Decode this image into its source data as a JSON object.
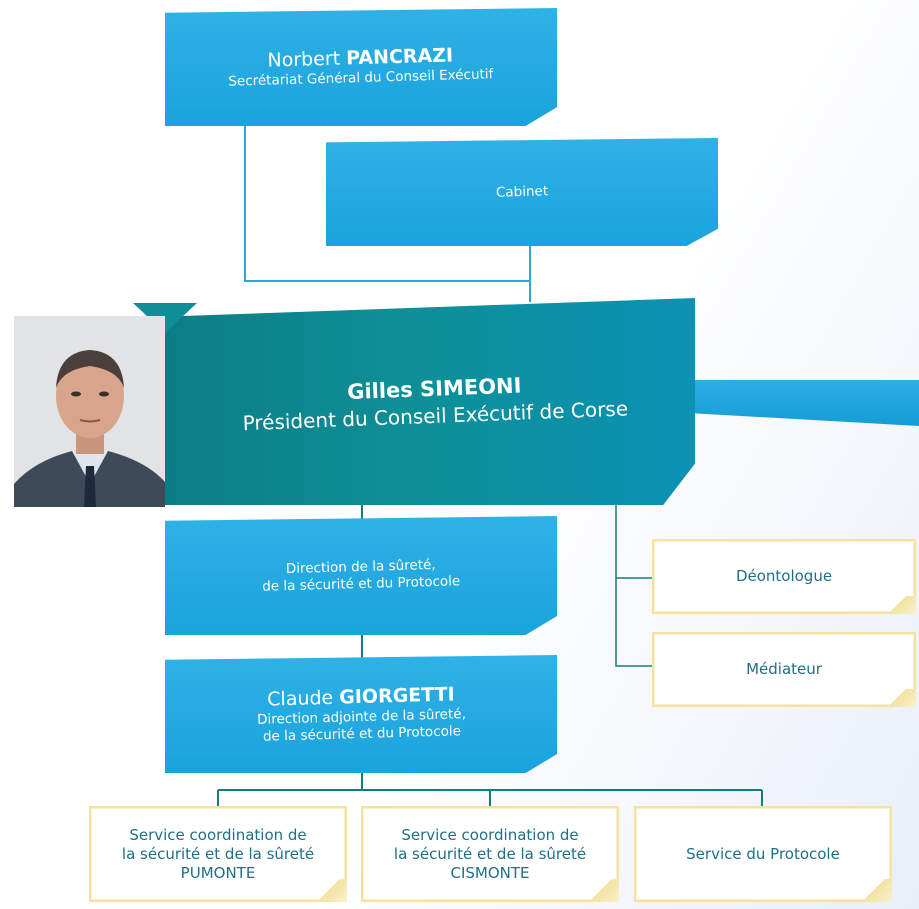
{
  "nodes": {
    "sg": {
      "first": "Norbert",
      "last": "PANCRAZI",
      "title": "Secrétariat Général du Conseil Exécutif"
    },
    "cabinet": {
      "label": "Cabinet"
    },
    "president": {
      "name": "Gilles SIMEONI",
      "title": "Président du Conseil Exécutif de Corse"
    },
    "dssp": {
      "line1": "Direction de la sûreté,",
      "line2": "de la sécurité et du Protocole"
    },
    "adjoint": {
      "first": "Claude",
      "last": "GIORGETTI",
      "line1": "Direction adjointe de la sûreté,",
      "line2": "de la sécurité et du Protocole"
    },
    "deontologue": {
      "label": "Déontologue"
    },
    "mediateur": {
      "label": "Médiateur"
    },
    "pumonte": {
      "line1": "Service coordination de",
      "line2": "la sécurité et de la sûreté",
      "line3": "PUMONTE"
    },
    "cismonte": {
      "line1": "Service coordination de",
      "line2": "la sécurité et de la sûreté",
      "line3": "CISMONTE"
    },
    "protocole": {
      "label": "Service du Protocole"
    }
  },
  "colors": {
    "blue": "#1fa8e0",
    "teal": "#0e8a93",
    "connector_blue": "#2aa8dc",
    "connector_teal": "#0f7f7c",
    "service_border": "#f3e2a2",
    "service_text": "#1f6f86"
  }
}
